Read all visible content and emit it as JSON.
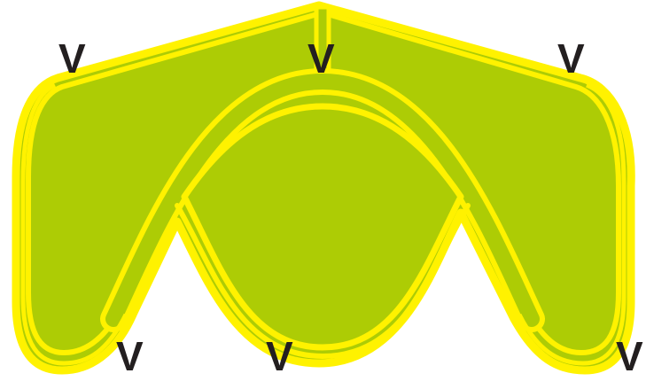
{
  "colors": {
    "fill": "#adcc05",
    "stroke": "#fff200",
    "label": "#231f20",
    "background": "#ffffff"
  },
  "labels": {
    "top_left": "V",
    "top_center": "V",
    "top_right": "V",
    "bottom_left": "V",
    "bottom_center": "V",
    "bottom_right": "V"
  }
}
